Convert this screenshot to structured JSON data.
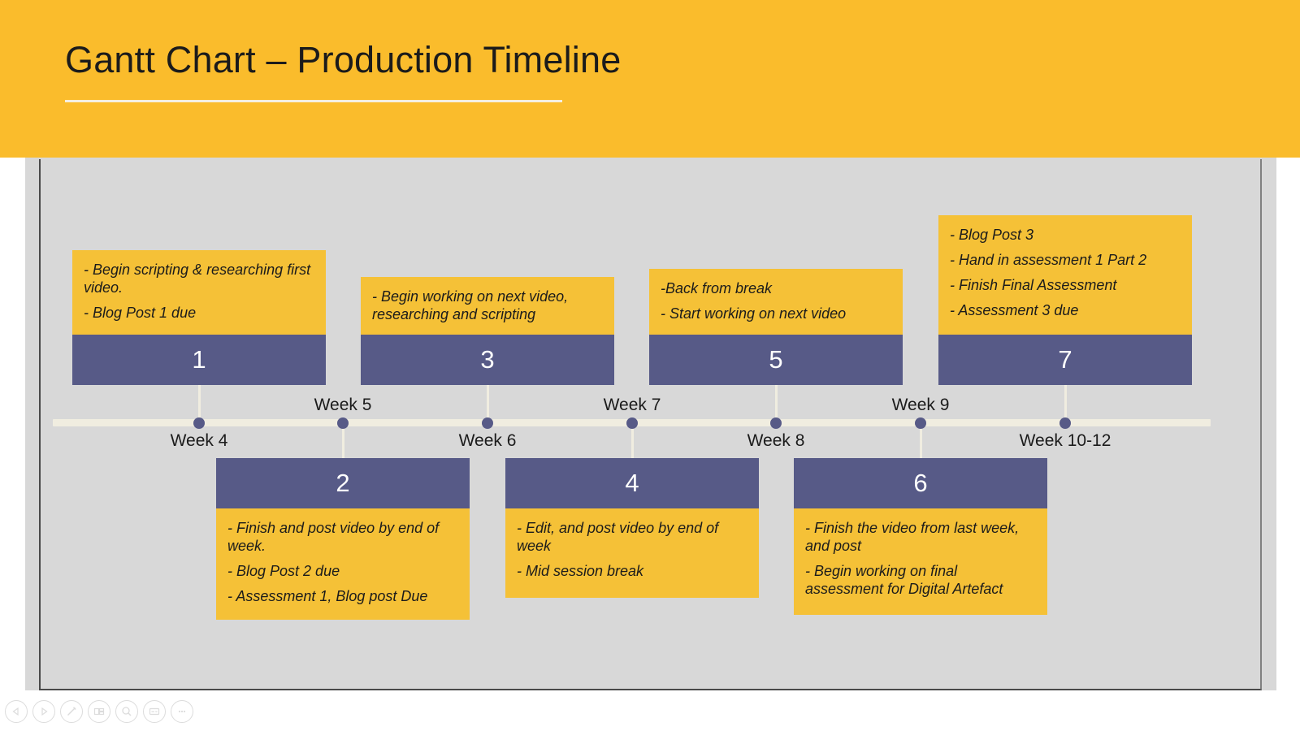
{
  "header": {
    "title": "Gantt Chart – Production Timeline",
    "band_color": "#FABC2C",
    "underline_color": "#F5EFE0"
  },
  "theme": {
    "accent_yellow": "#F5C137",
    "accent_purple": "#575A87",
    "canvas_gray": "#D8D8D8",
    "axis_cream": "#F0EDE0",
    "text_dark": "#1B1B1B",
    "number_text": "#FFFFFF"
  },
  "chart_data": {
    "type": "bar",
    "title": "Gantt Chart – Production Timeline",
    "xlabel": "",
    "ylabel": "",
    "grid": false,
    "legend": null,
    "categories": [
      "Week 4",
      "Week 5",
      "Week 6",
      "Week 7",
      "Week 8",
      "Week 9",
      "Week 10-12"
    ],
    "milestones": [
      {
        "number": "1",
        "tick_label": "Week 4",
        "tick_position": "below",
        "side": "top",
        "notes": [
          "- Begin scripting & researching first video.",
          "- Blog Post 1 due"
        ]
      },
      {
        "number": "2",
        "tick_label": "Week 5",
        "tick_position": "above",
        "side": "bottom",
        "notes": [
          "- Finish and post video by end of week.",
          "- Blog Post 2 due",
          "- Assessment 1, Blog post Due"
        ]
      },
      {
        "number": "3",
        "tick_label": "Week 6",
        "tick_position": "below",
        "side": "top",
        "notes": [
          "- Begin working on next video, researching and scripting"
        ]
      },
      {
        "number": "4",
        "tick_label": "Week 7",
        "tick_position": "above",
        "side": "bottom",
        "notes": [
          "- Edit, and post video by end of week",
          "- Mid session break"
        ]
      },
      {
        "number": "5",
        "tick_label": "Week 8",
        "tick_position": "below",
        "side": "top",
        "notes": [
          "-Back from break",
          "- Start working on next video"
        ]
      },
      {
        "number": "6",
        "tick_label": "Week 9",
        "tick_position": "above",
        "side": "bottom",
        "notes": [
          "- Finish the video from last week, and post",
          "- Begin working on final assessment for Digital Artefact"
        ]
      },
      {
        "number": "7",
        "tick_label": "Week 10-12",
        "tick_position": "below",
        "side": "top",
        "notes": [
          "- Blog Post 3",
          "- Hand in assessment 1 Part 2",
          "- Finish Final Assessment",
          "- Assessment 3 due"
        ]
      }
    ]
  },
  "toolbar": {
    "buttons": [
      {
        "name": "previous-slide-button",
        "icon": "triangle-left-icon"
      },
      {
        "name": "next-slide-button",
        "icon": "triangle-right-icon"
      },
      {
        "name": "pen-button",
        "icon": "pen-icon"
      },
      {
        "name": "all-slides-button",
        "icon": "grid-slides-icon"
      },
      {
        "name": "zoom-button",
        "icon": "magnifier-icon"
      },
      {
        "name": "subtitles-button",
        "icon": "subtitles-icon"
      },
      {
        "name": "more-options-button",
        "icon": "ellipsis-icon"
      }
    ]
  }
}
